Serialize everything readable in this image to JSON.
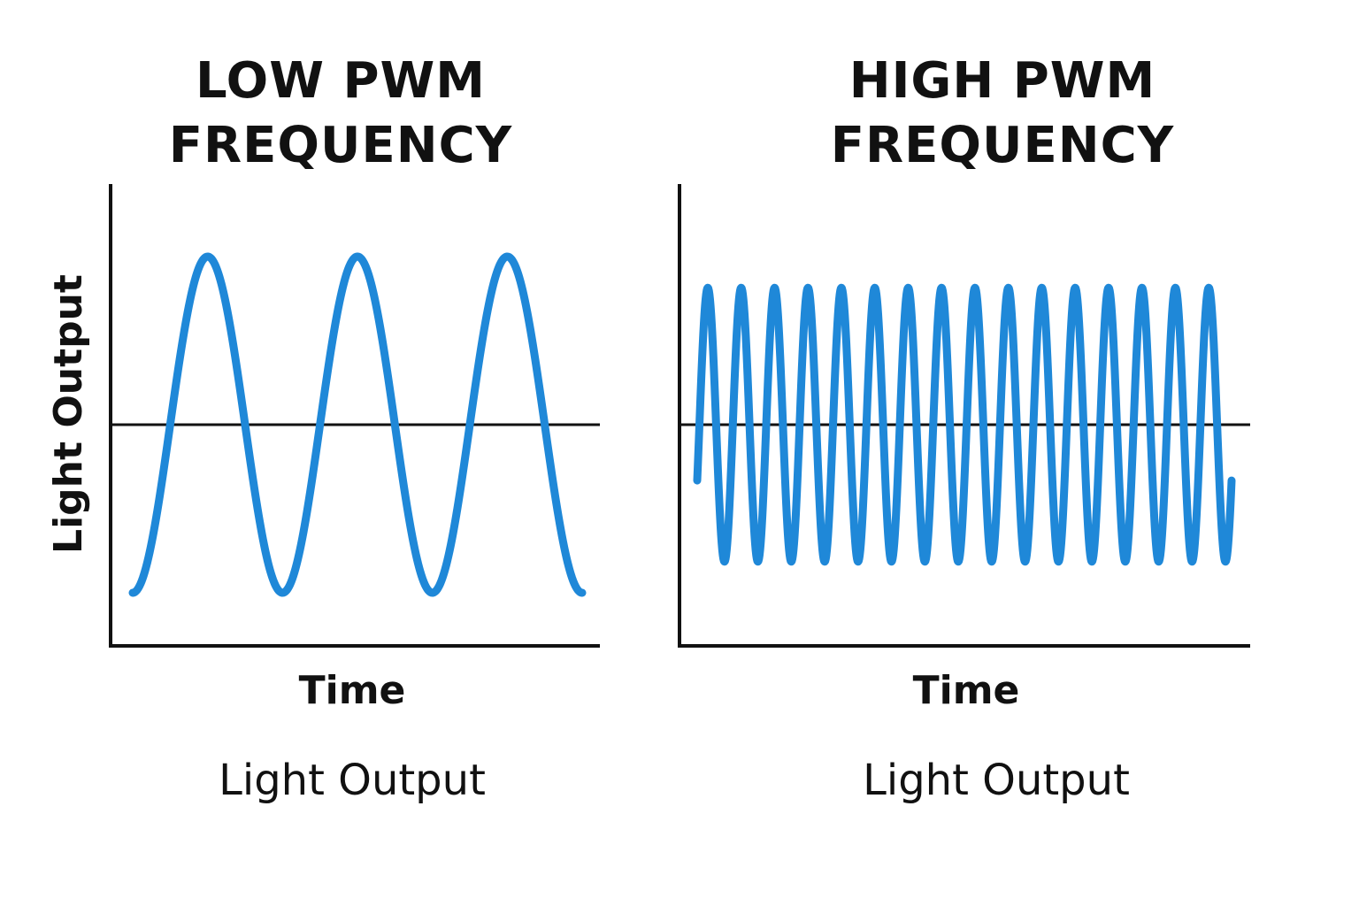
{
  "chart_data": [
    {
      "type": "line",
      "title_lines": [
        "LOW PWM",
        "FREQUENCY"
      ],
      "xlabel": "Time",
      "ylabel": "Light Output",
      "caption": "Light Output",
      "series_color": "#1f88d8",
      "axis_color": "#111111",
      "grid": false,
      "baseline": true,
      "waveform": {
        "shape": "sine",
        "cycles": 3,
        "start_phase": "trough",
        "relative_amplitude": 1.0
      }
    },
    {
      "type": "line",
      "title_lines": [
        "HIGH PWM",
        "FREQUENCY"
      ],
      "xlabel": "Time",
      "ylabel": "",
      "caption": "Light Output",
      "series_color": "#1f88d8",
      "axis_color": "#111111",
      "grid": false,
      "baseline": true,
      "waveform": {
        "shape": "sine",
        "cycles": 16,
        "start_phase": "below-baseline",
        "relative_amplitude": 0.9
      }
    }
  ]
}
